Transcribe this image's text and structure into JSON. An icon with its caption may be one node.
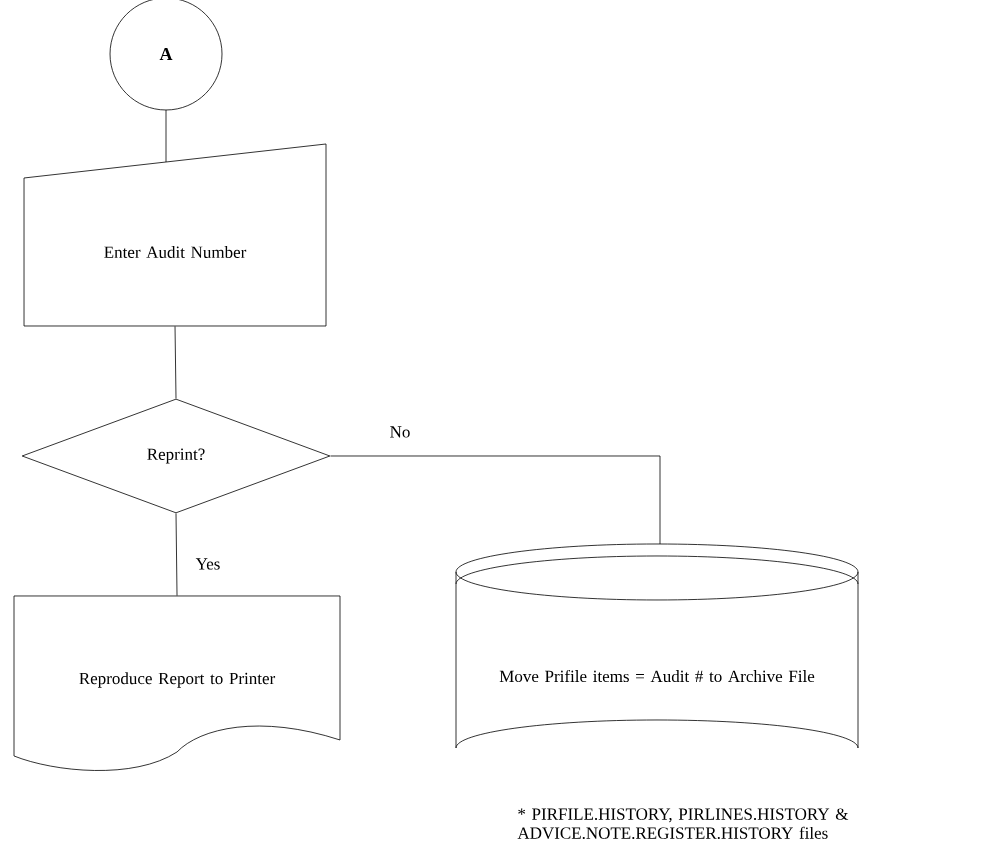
{
  "diagram": {
    "nodes": [
      {
        "text": [
          "A"
        ]
      },
      {
        "text": [
          "Enter Audit Number"
        ]
      },
      {
        "text": [
          "Reprint?"
        ]
      },
      {
        "text": [
          "Reproduce Report to Printer"
        ]
      },
      {
        "text": [
          "Move Prifile items = Audit # to Archive File"
        ],
        "beside": [
          "* PIRFILE.HISTORY, PIRLINES.HISTORY & ADVICE.NOTE.REGISTER.HISTORY files"
        ]
      }
    ],
    "edges": [
      {
        "from": 0,
        "to": 1,
        "arrow": "none"
      },
      {
        "from": 1,
        "to": 2,
        "arrow": "none"
      },
      {
        "from": 2,
        "to": 3,
        "arrow": "none",
        "label": "Yes"
      },
      {
        "from": 2,
        "to": 4,
        "arrow": "none",
        "label": "No"
      }
    ]
  }
}
